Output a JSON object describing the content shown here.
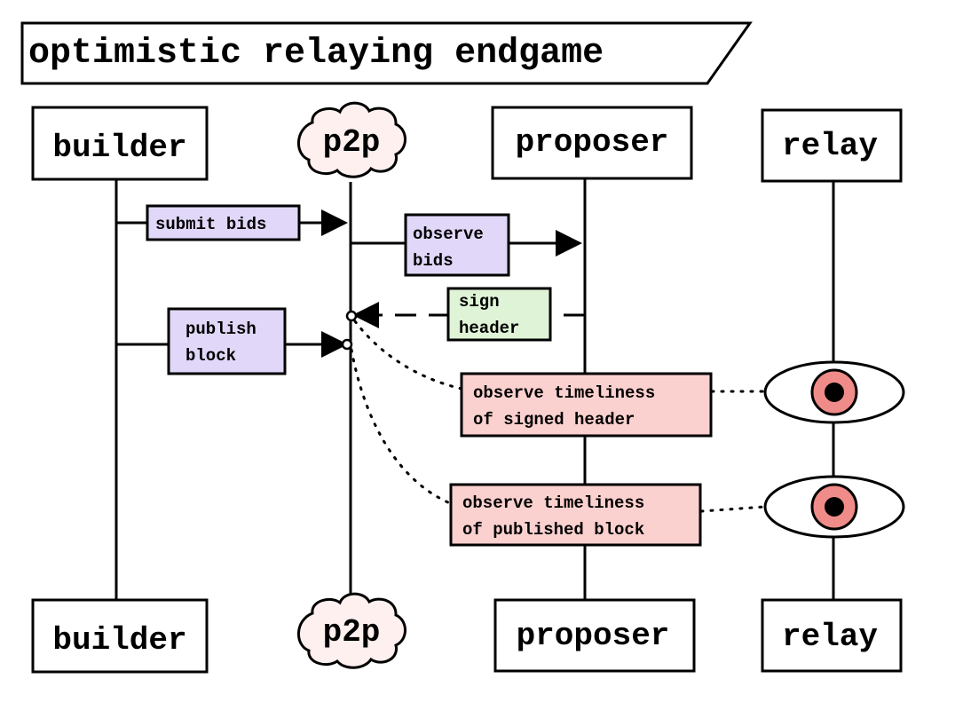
{
  "title": "optimistic relaying endgame",
  "participants": {
    "builder": "builder",
    "p2p": "p2p",
    "proposer": "proposer",
    "relay": "relay"
  },
  "messages": {
    "submit_bids": "submit bids",
    "observe_bids": [
      "observe",
      "bids"
    ],
    "sign_header": [
      "sign",
      "header"
    ],
    "publish_block": [
      "publish",
      "block"
    ]
  },
  "notes": {
    "signed_header": [
      "observe timeliness",
      "of signed header"
    ],
    "published_block": [
      "observe timeliness",
      "of published block"
    ]
  },
  "icons": {
    "relay_watch_1": "eye-icon",
    "relay_watch_2": "eye-icon"
  },
  "colors": {
    "message_fill": "#e1d7f8",
    "sign_fill": "#dff3d6",
    "note_fill": "#fbd1cf",
    "cloud_fill": "#fdf0ee",
    "iris_fill": "#ef8b88",
    "line": "#000000"
  }
}
